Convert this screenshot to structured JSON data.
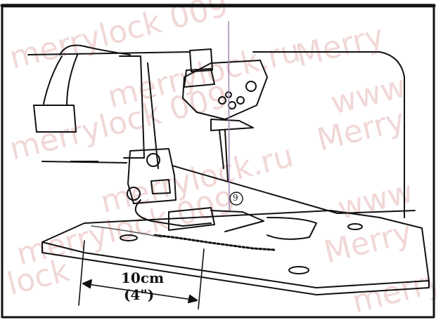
{
  "diagram": {
    "callout_number": "9",
    "measure_metric": "10cm",
    "measure_imperial": "(4\")"
  },
  "watermark": {
    "texts": [
      "merrylock 009",
      "merrylock.ru",
      "www.merrylock.ru",
      "Merry",
      "www",
      "lock",
      "merry"
    ],
    "color": "#e7b7b7"
  },
  "colors": {
    "line": "#111111",
    "needle_guide": "#9a7fb0",
    "background": "#ffffff"
  }
}
